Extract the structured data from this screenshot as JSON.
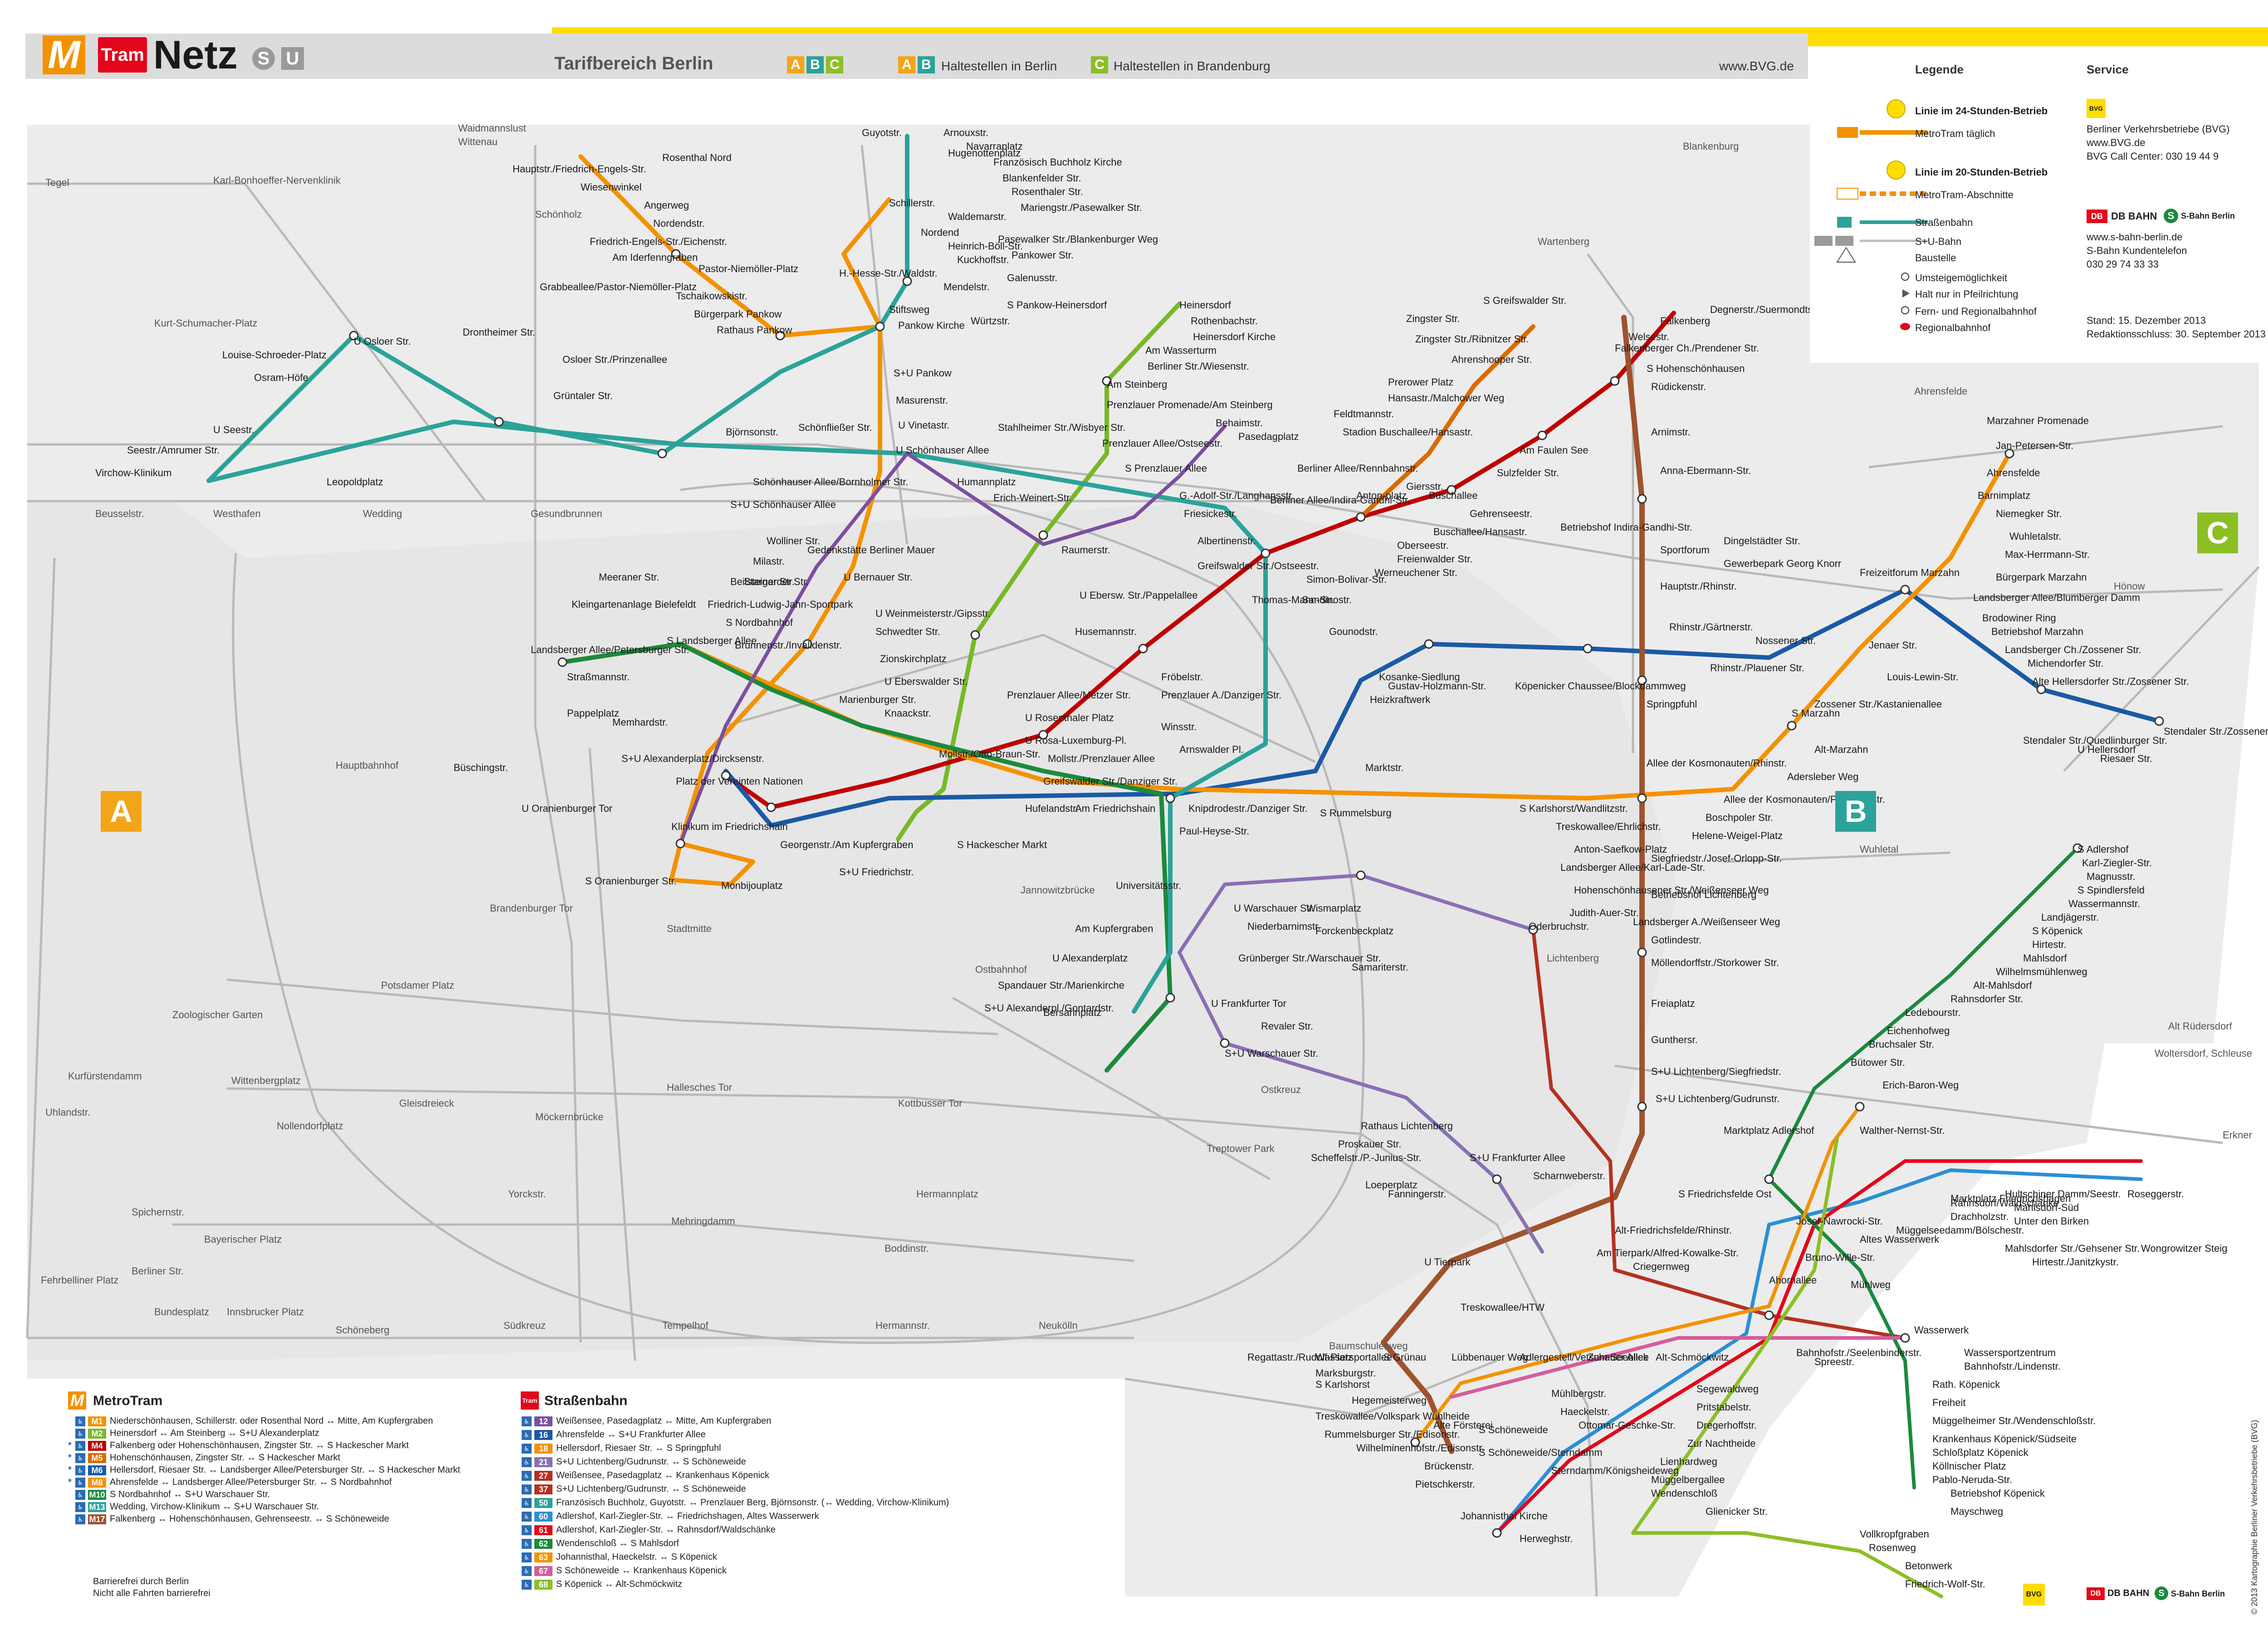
{
  "header": {
    "logo_m": "M",
    "logo_tram": "Tram",
    "title": "Netz",
    "logo_s": "S",
    "logo_u": "U",
    "tarif": "Tarifbereich Berlin",
    "zones": [
      "A",
      "B",
      "C"
    ],
    "haltestellen_berlin": "Haltestellen in Berlin",
    "haltestellen_brandenburg": "Haltestellen in Brandenburg",
    "url": "www.BVG.de"
  },
  "colors": {
    "metrotram": "#f39200",
    "tram": "#e3051b",
    "green": "#78b829",
    "teal": "#2ba39a",
    "blue": "#1a5aa6",
    "purple": "#7b4fa0",
    "darkgreen": "#1c8a3c",
    "darkred": "#c00000",
    "brown": "#a0522d",
    "zoneA": "#f3a519",
    "zoneB": "#2ba39a",
    "zoneC": "#8cbf26",
    "sbahn_grey": "#bdbdbd",
    "zone_bg": "#ececec"
  },
  "legend": {
    "title": "Legende",
    "items": [
      "Linie im 24-Stunden-Betrieb",
      "MetroTram täglich",
      "Linie im 20-Stunden-Betrieb",
      "MetroTram-Abschnitte",
      "Straßenbahn",
      "S+U-Bahn",
      "Baustelle",
      "Umsteigemöglichkeit",
      "Halt nur in Pfeilrichtung",
      "Fern- und Regionalbahnhof",
      "Regionalbahnhof"
    ]
  },
  "service": {
    "title": "Service",
    "bvg": [
      "Berliner Verkehrsbetriebe (BVG)",
      "www.BVG.de",
      "BVG Call Center: 030 19 44 9"
    ],
    "sbahn_label": "S-Bahn Berlin",
    "db_label": "DB BAHN",
    "sbahn": [
      "www.s-bahn-berlin.de",
      "S-Bahn Kundentelefon",
      "030 29 74 33 33"
    ],
    "stand": [
      "Stand: 15. Dezember 2013",
      "Redaktionsschluss: 30. September 2013"
    ]
  },
  "districts": [
    "Waidmannslust",
    "Wittenau",
    "Tegel",
    "Karl-Bonhoeffer-Nervenklinik",
    "Schönholz",
    "Kurt-Schumacher-Platz",
    "Beusselstr.",
    "Westhafen",
    "Wedding",
    "Gesundbrunnen",
    "Hauptbahnhof",
    "Brandenburger Tor",
    "Potsdamer Platz",
    "Zoologischer Garten",
    "Stadtmitte",
    "Ostbahnhof",
    "Jannowitzbrücke",
    "Kurfürstendamm",
    "Uhlandstr.",
    "Wittenbergplatz",
    "Nollendorfplatz",
    "Gleisdreieck",
    "Hallesches Tor",
    "Kottbusser Tor",
    "Möckernbrücke",
    "Mehringdamm",
    "Hermannplatz",
    "Spichernstr.",
    "Yorckstr.",
    "Bayerischer Platz",
    "Berliner Str.",
    "Fehrbelliner Platz",
    "Bundesplatz",
    "Innsbrucker Platz",
    "Schöneberg",
    "Südkreuz",
    "Tempelhof",
    "Hermannstr.",
    "Neukölln",
    "Boddinstr.",
    "Treptower Park",
    "Ostkreuz",
    "Baumschulenweg",
    "Wartenberg",
    "Ahrensfelde",
    "Hönow",
    "Wuhletal",
    "Lichtenberg",
    "Blankenburg",
    "Erkner",
    "Alt Rüdersdorf",
    "Woltersdorf, Schleuse"
  ],
  "stations": [
    "Rosenthal Nord",
    "Hauptstr./Friedrich-Engels-Str.",
    "Wiesenwinkel",
    "Angerweg",
    "Nordendstr.",
    "Friedrich-Engels-Str./Eichenstr.",
    "Am Iderfenngraben",
    "Pastor-Niemöller-Platz",
    "Grabbeallee/Pastor-Niemöller-Platz",
    "Tschaikowskistr.",
    "Bürgerpark Pankow",
    "Rathaus Pankow",
    "Guyotstr.",
    "Arnouxstr.",
    "Hugenottenplatz",
    "Navarraplatz",
    "Französisch Buchholz Kirche",
    "Blankenfelder Str.",
    "Rosenthaler Str.",
    "Mariengstr./Pasewalker Str.",
    "Pasewalker Str./Blankenburger Weg",
    "Pankower Str.",
    "Galenusstr.",
    "S Pankow-Heinersdorf",
    "Schillerstr.",
    "Waldemarstr.",
    "Nordend",
    "Heinrich-Böll-Str.",
    "Kuckhoffstr.",
    "H.-Hesse-Str./Waldstr.",
    "Stiftsweg",
    "Mendelstr.",
    "Würtzstr.",
    "Pankow Kirche",
    "S+U Pankow",
    "Masurenstr.",
    "U Vinetastr.",
    "Heinersdorf",
    "Rothenbachstr.",
    "Heinersdorf Kirche",
    "Am Wasserturm",
    "Berliner Str./Wiesenstr.",
    "Am Steinberg",
    "Prenzlauer Promenade/Am Steinberg",
    "Stahlheimer Str./Wisbyer Str.",
    "Prenzlauer Allee/Ostseestr.",
    "U Osloer Str.",
    "Drontheimer Str.",
    "Osloer Str./Prinzenallee",
    "Grüntaler Str.",
    "Louise-Schroeder-Platz",
    "Osram-Höfe",
    "U Seestr.",
    "Seestr./Amrumer Str.",
    "Virchow-Klinikum",
    "Leopoldplatz",
    "Björnsonstr.",
    "Schönfließer Str.",
    "U Schönhauser Allee",
    "Schönhauser Allee/Bornholmer Str.",
    "S+U Schönhauser Allee",
    "Humannplatz",
    "Erich-Weinert-Str.",
    "S Prenzlauer Allee",
    "G.-Adolf-Str./Langhansstr.",
    "Friesickestr.",
    "Behaimstr.",
    "Pasedagplatz",
    "Berliner Allee/Rennbahnstr.",
    "Berliner Allee/Indira-Gandhi-Str.",
    "Anton-platz",
    "Albertinenstr.",
    "Greifswalder Str./Ostseestr.",
    "Thomas-Mann-Str.",
    "S Greifswalder Str.",
    "Zingster Str.",
    "Zingster Str./Ribnitzer Str.",
    "Ahrenshooper Str.",
    "Prerower Platz",
    "Hansastr./Malchower Weg",
    "Feldtmannstr.",
    "Stadion Buschallee/Hansastr.",
    "Giersstr.",
    "Buschallee",
    "Sulzfelder Str.",
    "Am Faulen See",
    "Degnerstr./Suermondtstr.",
    "Falkenberg",
    "Welsestr.",
    "Falkenberger Ch./Prendener Str.",
    "S Hohenschönhausen",
    "Rüdickenstr.",
    "Arnimstr.",
    "Anna-Ebermann-Str.",
    "Gehrenseestr.",
    "Buschallee/Hansastr.",
    "Oberseestr.",
    "Freienwalder Str.",
    "Werneuchener Str.",
    "Simon-Bolivar-Str.",
    "Sandinostr.",
    "Gounodstr.",
    "Betriebshof Indira-Gandhi-Str.",
    "Sportforum",
    "Hauptstr./Rhinstr.",
    "Rhinstr./Gärtnerstr.",
    "Rhinstr./Plauener Str.",
    "Dingelstädter Str.",
    "Gewerbepark Georg Knorr",
    "Freizeitforum Marzahn",
    "Marzahner Promenade",
    "Jan-Petersen-Str.",
    "Ahrensfelde",
    "Barnimplatz",
    "Niemegker Str.",
    "Wuhletalstr.",
    "Max-Herrmann-Str.",
    "Bürgerpark Marzahn",
    "Landsberger Allee/Blumberger Damm",
    "Brodowiner Ring",
    "Betriebshof Marzahn",
    "Landsberger Ch./Zossener Str.",
    "Michendorfer Str.",
    "Alte Hellersdorfer Str./Zossener Str.",
    "Zossener Str./Kastanienallee",
    "Stendaler Str./Zossener Str.",
    "Stendaler Str./Quedlinburger Str.",
    "U Hellersdorf",
    "Riesaer Str.",
    "Nossener Str.",
    "Jenaer Str.",
    "Louis-Lewin-Str.",
    "S Marzahn",
    "Alt-Marzahn",
    "Adersleber Weg",
    "Allee der Kosmonauten/Poelchaustr.",
    "Boschpoler Str.",
    "Helene-Weigel-Platz",
    "Springpfuhl",
    "Allee der Kosmonauten/Rhinstr.",
    "Kleingartenanlage Bielefeldt",
    "Meeraner Str.",
    "Beilsteiner Str.",
    "Gedenkstätte Berliner Mauer",
    "U Bernauer Str.",
    "Wolliner Str.",
    "Milastr.",
    "Friedrich-Ludwig-Jahn-Sportpark",
    "Stargarder Str.",
    "Raumerstr.",
    "U Ebersw. Str./Pappelallee",
    "Husemannstr.",
    "Fröbelstr.",
    "Prenzlauer A./Danziger Str.",
    "Winsstr.",
    "Arnswalder Pl.",
    "Knipdrodestr./Danziger Str.",
    "Paul-Heyse-Str.",
    "S Landsberger Allee",
    "Landsberger Allee/Petersburger Str.",
    "Straßmannstr.",
    "Pappelplatz",
    "S Nordbahnhof",
    "Brunnenstr./Invalidenstr.",
    "U Weinmeisterstr./Gipsstr.",
    "Schwedter Str.",
    "Zionskirchplatz",
    "U Eberswalder Str.",
    "Marienburger Str.",
    "Knaackstr.",
    "Prenzlauer Allee/Metzer Str.",
    "U Rosenthaler Platz",
    "U Rosa-Luxemburg-Pl.",
    "Mollstr./Prenzlauer Allee",
    "Mollstr./Otto-Braun-Str.",
    "Greifswalder Str./Danziger Str.",
    "Hufelandstr.",
    "Am Friedrichshain",
    "Büschingstr.",
    "Memhardstr.",
    "S+U Alexanderplatz/Dircksenstr.",
    "Platz der Vereinten Nationen",
    "Klinikum im Friedrichshain",
    "U Oranienburger Tor",
    "S Oranienburger Str.",
    "Monbijouplatz",
    "S Hackescher Markt",
    "Georgenstr./Am Kupfergraben",
    "S+U Friedrichstr.",
    "Universitätsstr.",
    "Am Kupfergraben",
    "U Alexanderplatz",
    "Spandauer Str./Marienkirche",
    "S+U Alexanderpl./Gontardstr.",
    "Bersarinplatz",
    "U Frankfurter Tor",
    "Grünberger Str./Warschauer Str.",
    "Revaler Str.",
    "S+U Warschauer Str.",
    "U Warschauer Str.",
    "Wismarplatz",
    "Niederbarnimstr.",
    "Forckenbeckplatz",
    "Samariterstr.",
    "Rathaus Lichtenberg",
    "Proskauer Str.",
    "Scheffelstr./P.-Junius-Str.",
    "Loeperplatz",
    "Fanningerstr.",
    "S+U Frankfurter Allee",
    "Scharnweberstr.",
    "Marktstr.",
    "S Rummelsburg",
    "Kosanke-Siedlung",
    "Gustav-Holzmann-Str.",
    "Heizkraftwerk",
    "Köpenicker Chaussee/Blockdammweg",
    "S Karlshorst/Wandlitzstr.",
    "Treskowallee/Ehrlichstr.",
    "Anton-Saefkow-Platz",
    "Landsberger Allee/Karl-Lade-Str.",
    "Hohenschönhausener Str./Weißenseer Weg",
    "Judith-Auer-Str.",
    "Oderbruchstr.",
    "Landsberger A./Weißenseer Weg",
    "Siegfriedstr./Josef-Orlopp-Str.",
    "Betriebshof Lichtenberg",
    "Gotlindestr.",
    "Möllendorffstr./Storkower Str.",
    "Freiaplatz",
    "Gunthersr.",
    "S+U Lichtenberg/Siegfriedstr.",
    "S+U Lichtenberg/Gudrunstr.",
    "S Friedrichsfelde Ost",
    "Alt-Friedrichsfelde/Rhinstr.",
    "Am Tierpark/Alfred-Kowalke-Str.",
    "Criegernweg",
    "U Tierpark",
    "Treskowallee/HTW",
    "Marksburgstr.",
    "S Karlshorst",
    "Hegemeisterweg",
    "Treskowallee/Volkspark Wuhlheide",
    "Rummelsburger Str./Edisonstr.",
    "Alte Försterei",
    "Wilhelminenhofstr./Edisonstr.",
    "Brückenstr.",
    "S Schöneweide",
    "S Schöneweide/Sterndamm",
    "Pietschkerstr.",
    "Sterndamm/Königsheideweg",
    "Johannisthal Kirche",
    "Herweghstr.",
    "Mühlbergstr.",
    "Haeckelstr.",
    "Ottomar-Geschke-Str.",
    "Marktplatz Adlershof",
    "Walther-Nernst-Str.",
    "S Adlershof",
    "Karl-Ziegler-Str.",
    "Magnusstr.",
    "S Spindlersfeld",
    "Wassermannstr.",
    "Landjägerstr.",
    "S Köpenick",
    "Hirtestr.",
    "Mahlsdorf",
    "Wilhelmsmühlenweg",
    "Alt-Mahlsdorf",
    "Rahnsdorfer Str.",
    "Ledebourstr.",
    "Eichenhofweg",
    "Bruchsaler Str.",
    "Bütower Str.",
    "Erich-Baron-Weg",
    "Roseggerstr.",
    "Hultschiner Damm/Seestr.",
    "Mahlsdorf-Süd",
    "Unter den Birken",
    "Wongrowitzer Steig",
    "Mahlsdorfer Str./Gehsener Str.",
    "Hirtestr./Janitzkystr.",
    "Rahnsdorf/Waldschänke",
    "Drachholzstr.",
    "Marktplatz Friedrichshagen",
    "Müggelseedamm/Bölschestr.",
    "Altes Wasserwerk",
    "Josef-Nawrocki-Str.",
    "Bruno-Wille-Str.",
    "Ahornallee",
    "Mühlweg",
    "Wasserwerk",
    "Wassersportzentrum",
    "Spreestr.",
    "Bahnhofstr./Seelenbinderstr.",
    "Bahnhofstr./Lindenstr.",
    "Rath. Köpenick",
    "Freiheit",
    "Müggelheimer Str./Wendenschloßstr.",
    "Krankenhaus Köpenick/Südseite",
    "Schloßplatz Köpenick",
    "Köllnischer Platz",
    "Pablo-Neruda-Str.",
    "Betriebshof Köpenick",
    "Mayschweg",
    "Segewaldweg",
    "Pritstabelstr.",
    "Dregerhoffstr.",
    "Zur Nachtheide",
    "Lienhardweg",
    "Müggelbergallee",
    "Wendenschloß",
    "Glienicker Str.",
    "Vollkropfgraben",
    "Rosenweg",
    "Betonwerk",
    "Friedrich-Wolf-Str.",
    "Regattastr./Rudolf-Platz",
    "Wassersportallee",
    "S Grünau",
    "Lübbenauer Weg",
    "Adlergestell/Vetschauer Allee",
    "Zum Seeblick",
    "Alt-Schmöckwitz"
  ],
  "metrotram": {
    "title": "MetroTram",
    "rows": [
      {
        "line": "M1",
        "color": "#f39200",
        "star": false,
        "text": "Niederschönhausen, Schillerstr. oder Rosenthal Nord ↔ Mitte, Am Kupfergraben"
      },
      {
        "line": "M2",
        "color": "#78b829",
        "star": false,
        "text": "Heinersdorf ↔ Am Steinberg ↔ S+U Alexanderplatz"
      },
      {
        "line": "M4",
        "color": "#c00000",
        "star": true,
        "text": "Falkenberg oder Hohenschönhausen, Zingster Str. ↔ S Hackescher Markt"
      },
      {
        "line": "M5",
        "color": "#d96b00",
        "star": true,
        "text": "Hohenschönhausen, Zingster Str. ↔ S Hackescher Markt"
      },
      {
        "line": "M6",
        "color": "#1a5aa6",
        "star": true,
        "text": "Hellersdorf, Riesaer Str. ↔ Landsberger Allee/Petersburger Str. ↔ S Hackescher Markt"
      },
      {
        "line": "M8",
        "color": "#f39200",
        "star": true,
        "text": "Ahrensfelde ↔ Landsberger Allee/Petersburger Str. ↔ S Nordbahnhof"
      },
      {
        "line": "M10",
        "color": "#1c8a3c",
        "star": false,
        "text": "S Nordbahnhof ↔ S+U Warschauer Str."
      },
      {
        "line": "M13",
        "color": "#2ba39a",
        "star": false,
        "text": "Wedding, Virchow-Klinikum ↔ S+U Warschauer Str."
      },
      {
        "line": "M17",
        "color": "#a0522d",
        "star": false,
        "text": "Falkenberg ↔ Hohenschönhausen, Gehrenseestr. ↔ S Schöneweide"
      }
    ],
    "note1": "Barrierefrei durch Berlin",
    "note2": "Nicht alle Fahrten barrierefrei"
  },
  "strassenbahn": {
    "title": "Straßenbahn",
    "rows": [
      {
        "line": "12",
        "color": "#7b4fa0",
        "text": "Weißensee, Pasedagplatz ↔ Mitte, Am Kupfergraben"
      },
      {
        "line": "16",
        "color": "#1a5aa6",
        "text": "Ahrensfelde ↔ S+U Frankfurter Allee"
      },
      {
        "line": "18",
        "color": "#f39200",
        "text": "Hellersdorf, Riesaer Str. ↔ S Springpfuhl"
      },
      {
        "line": "21",
        "color": "#8a6fb5",
        "text": "S+U Lichtenberg/Gudrunstr. ↔ S Schöneweide"
      },
      {
        "line": "27",
        "color": "#b5311f",
        "text": "Weißensee, Pasedagplatz ↔ Krankenhaus Köpenick"
      },
      {
        "line": "37",
        "color": "#b5311f",
        "text": "S+U Lichtenberg/Gudrunstr. ↔ S Schöneweide"
      },
      {
        "line": "50",
        "color": "#2ba39a",
        "text": "Französisch Buchholz, Guyotstr. ↔ Prenzlauer Berg, Björnsonstr. (↔ Wedding, Virchow-Klinikum)"
      },
      {
        "line": "60",
        "color": "#2b8fd6",
        "text": "Adlershof, Karl-Ziegler-Str. ↔ Friedrichshagen, Altes Wasserwerk"
      },
      {
        "line": "61",
        "color": "#e3051b",
        "text": "Adlershof, Karl-Ziegler-Str. ↔ Rahnsdorf/Waldschänke"
      },
      {
        "line": "62",
        "color": "#1c8a3c",
        "text": "Wendenschloß ↔ S Mahlsdorf"
      },
      {
        "line": "63",
        "color": "#f39200",
        "text": "Johannisthal, Haeckelstr. ↔ S Köpenick"
      },
      {
        "line": "67",
        "color": "#d45d9b",
        "text": "S Schöneweide ↔ Krankenhaus Köpenick"
      },
      {
        "line": "68",
        "color": "#8cbf26",
        "text": "S Köpenick ↔ Alt-Schmöckwitz"
      }
    ]
  },
  "copyright": "© 2013 Kartographie Berliner Verkehrsbetriebe (BVG)",
  "footer": {
    "bvg": "BVG",
    "db": "DB BAHN",
    "sbahn": "S-Bahn Berlin"
  }
}
